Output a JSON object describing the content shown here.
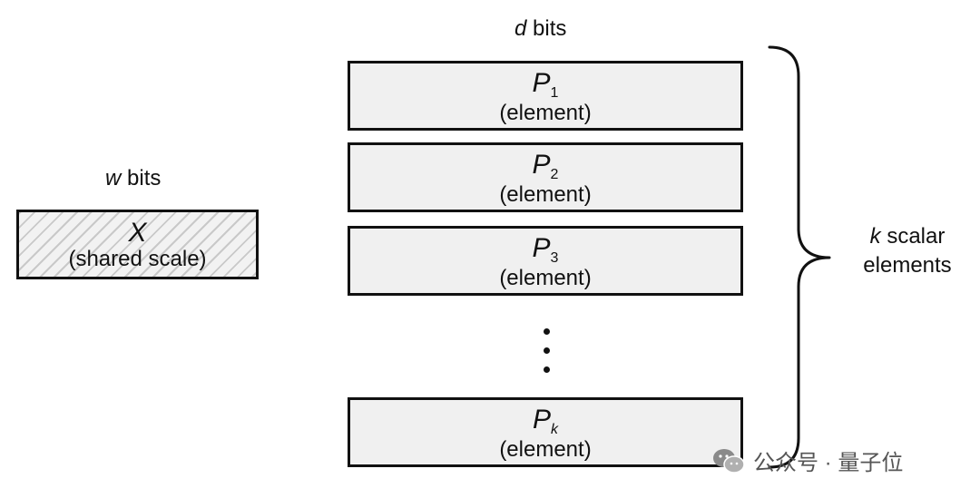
{
  "shared_scale": {
    "width_var": "w",
    "width_unit": "bits",
    "symbol": "X",
    "description": "(shared scale)"
  },
  "elements_block": {
    "width_var": "d",
    "width_unit": "bits",
    "items": [
      {
        "symbol": "P",
        "subscript": "1",
        "description": "(element)"
      },
      {
        "symbol": "P",
        "subscript": "2",
        "description": "(element)"
      },
      {
        "symbol": "P",
        "subscript": "3",
        "description": "(element)"
      },
      {
        "symbol": "P",
        "subscript": "k",
        "description": "(element)"
      }
    ]
  },
  "brace_label": {
    "var": "k",
    "line1_rest": "scalar",
    "line2": "elements"
  },
  "watermark": {
    "text": "公众号 · 量子位"
  },
  "colors": {
    "stroke": "#111111",
    "box_fill": "#f0f0f0",
    "hatch": "#c9c9c9"
  }
}
